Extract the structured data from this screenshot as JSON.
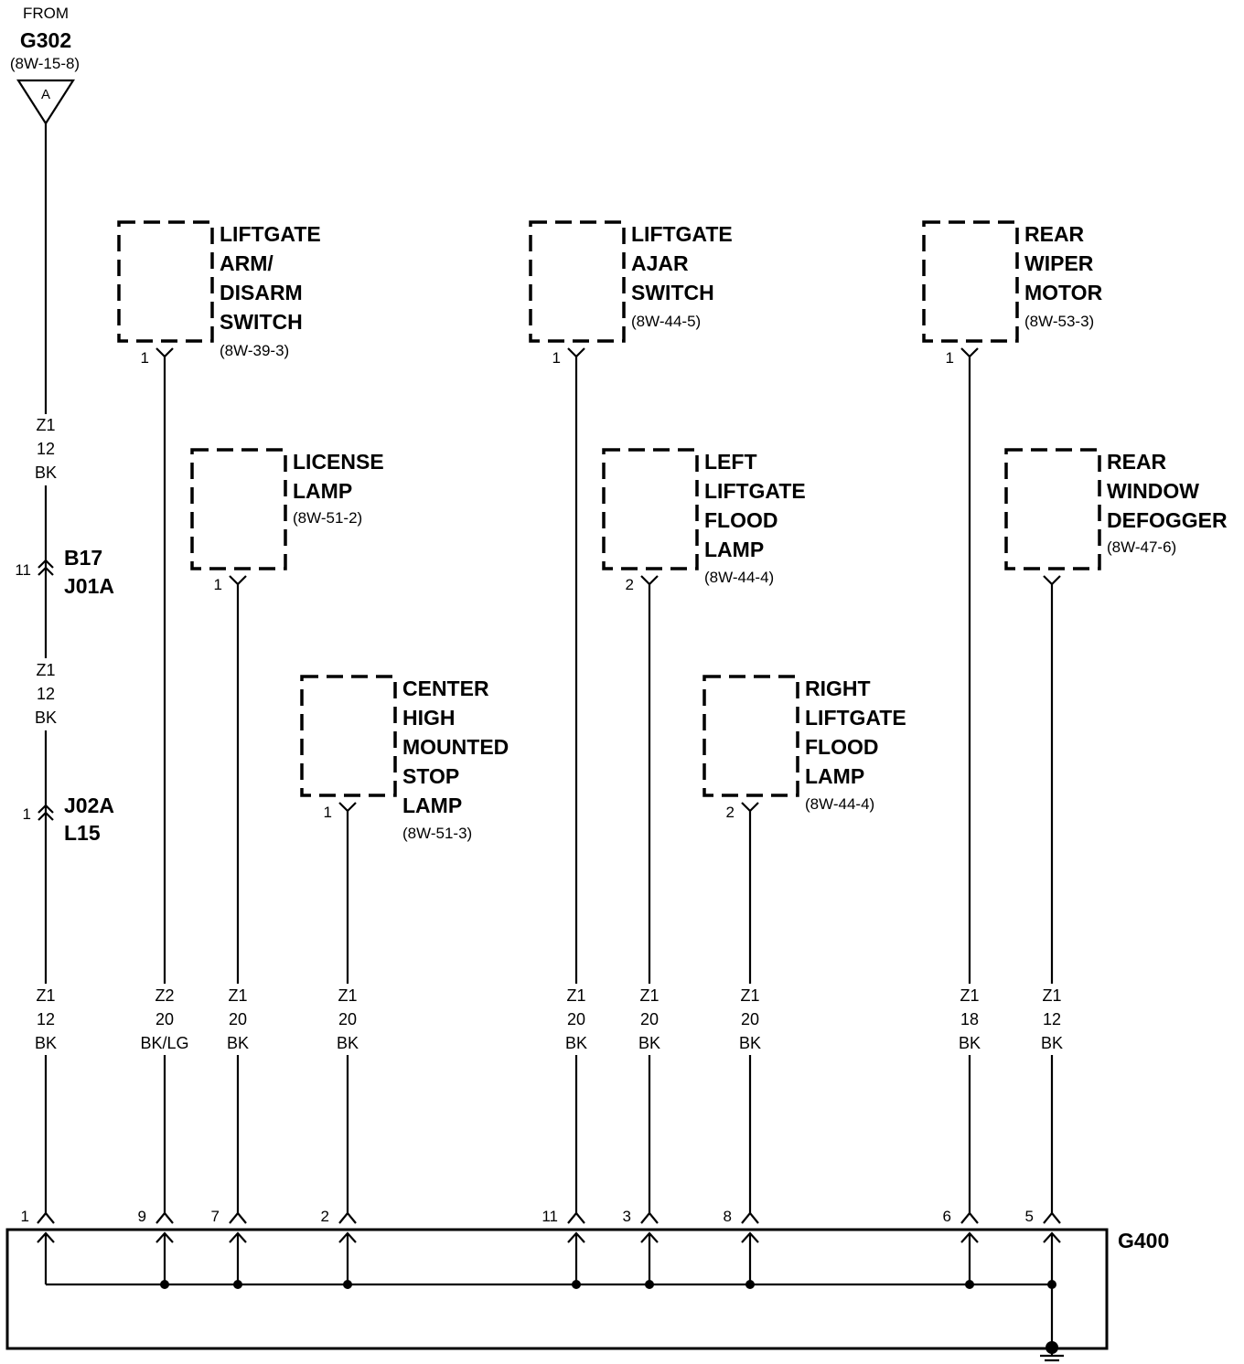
{
  "source": {
    "from_label": "FROM",
    "ground_id": "G302",
    "page_ref": "(8W-15-8)",
    "connector_letter": "A"
  },
  "main_circuit": {
    "wire_labels": [
      {
        "circuit": "Z1",
        "gauge": "12",
        "color": "BK"
      },
      {
        "circuit": "Z1",
        "gauge": "12",
        "color": "BK"
      },
      {
        "circuit": "Z1",
        "gauge": "12",
        "color": "BK"
      }
    ],
    "inline_connectors": [
      {
        "pin": "11",
        "names": [
          "B17",
          "J01A"
        ]
      },
      {
        "pin": "1",
        "names": [
          "J02A",
          "L15"
        ]
      }
    ],
    "ground_pin": "1"
  },
  "components": [
    {
      "name_lines": [
        "LIFTGATE",
        "ARM/",
        "DISARM",
        "SWITCH"
      ],
      "page_ref": "(8W-39-3)",
      "pin": "1",
      "wire": {
        "circuit": "Z2",
        "gauge": "20",
        "color": "BK/LG"
      },
      "ground_pin": "9"
    },
    {
      "name_lines": [
        "LICENSE",
        "LAMP"
      ],
      "page_ref": "(8W-51-2)",
      "pin": "1",
      "wire": {
        "circuit": "Z1",
        "gauge": "20",
        "color": "BK"
      },
      "ground_pin": "7"
    },
    {
      "name_lines": [
        "CENTER",
        "HIGH",
        "MOUNTED",
        "STOP",
        "LAMP"
      ],
      "page_ref": "(8W-51-3)",
      "pin": "1",
      "wire": {
        "circuit": "Z1",
        "gauge": "20",
        "color": "BK"
      },
      "ground_pin": "2"
    },
    {
      "name_lines": [
        "LIFTGATE",
        "AJAR",
        "SWITCH"
      ],
      "page_ref": "(8W-44-5)",
      "pin": "1",
      "wire": {
        "circuit": "Z1",
        "gauge": "20",
        "color": "BK"
      },
      "ground_pin": "11"
    },
    {
      "name_lines": [
        "LEFT",
        "LIFTGATE",
        "FLOOD",
        "LAMP"
      ],
      "page_ref": "(8W-44-4)",
      "pin": "2",
      "wire": {
        "circuit": "Z1",
        "gauge": "20",
        "color": "BK"
      },
      "ground_pin": "3"
    },
    {
      "name_lines": [
        "RIGHT",
        "LIFTGATE",
        "FLOOD",
        "LAMP"
      ],
      "page_ref": "(8W-44-4)",
      "pin": "2",
      "wire": {
        "circuit": "Z1",
        "gauge": "20",
        "color": "BK"
      },
      "ground_pin": "8"
    },
    {
      "name_lines": [
        "REAR",
        "WIPER",
        "MOTOR"
      ],
      "page_ref": "(8W-53-3)",
      "pin": "1",
      "wire": {
        "circuit": "Z1",
        "gauge": "18",
        "color": "BK"
      },
      "ground_pin": "6"
    },
    {
      "name_lines": [
        "REAR",
        "WINDOW",
        "DEFOGGER"
      ],
      "page_ref": "(8W-47-6)",
      "wire": {
        "circuit": "Z1",
        "gauge": "12",
        "color": "BK"
      },
      "ground_pin": "5"
    }
  ],
  "ground": {
    "id": "G400"
  }
}
